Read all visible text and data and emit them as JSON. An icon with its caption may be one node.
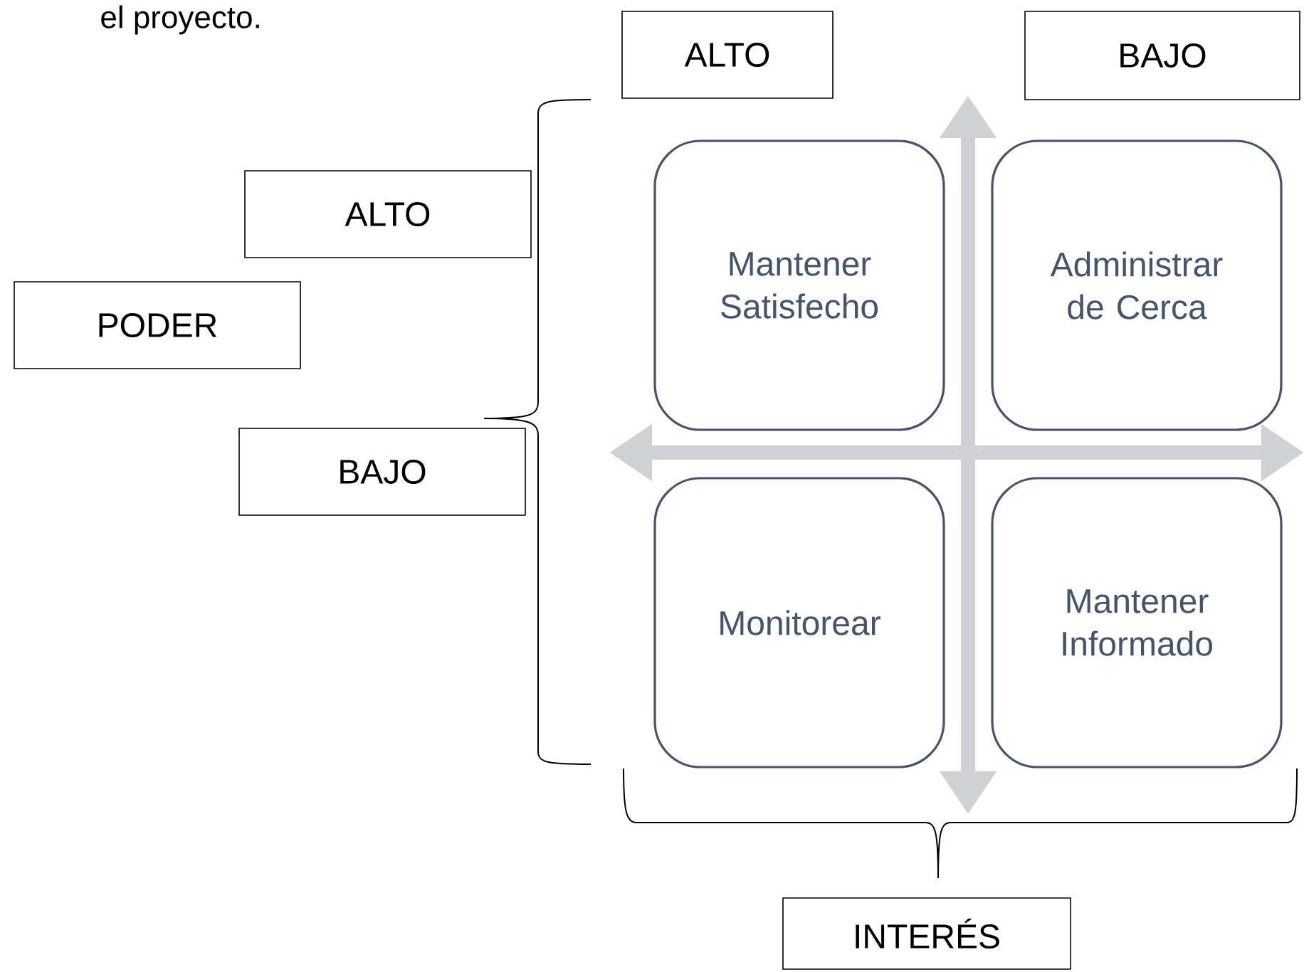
{
  "diagram": {
    "nodes": [
      {
        "text": [
          "ALTO"
        ]
      },
      {
        "text": [
          "BAJO"
        ]
      },
      {
        "text": [
          "ALTO"
        ]
      },
      {
        "text": [
          "PODER"
        ]
      },
      {
        "text": [
          "BAJO"
        ]
      },
      {
        "text": [
          "Mantener Satisfecho"
        ]
      },
      {
        "text": [
          "Administrar de Cerca"
        ]
      },
      {
        "text": [
          "Monitorear"
        ]
      },
      {
        "text": [
          "Mantener Informado"
        ]
      },
      {
        "text": [
          "INTERÉS"
        ]
      }
    ],
    "labels": [
      "el proyecto."
    ]
  }
}
